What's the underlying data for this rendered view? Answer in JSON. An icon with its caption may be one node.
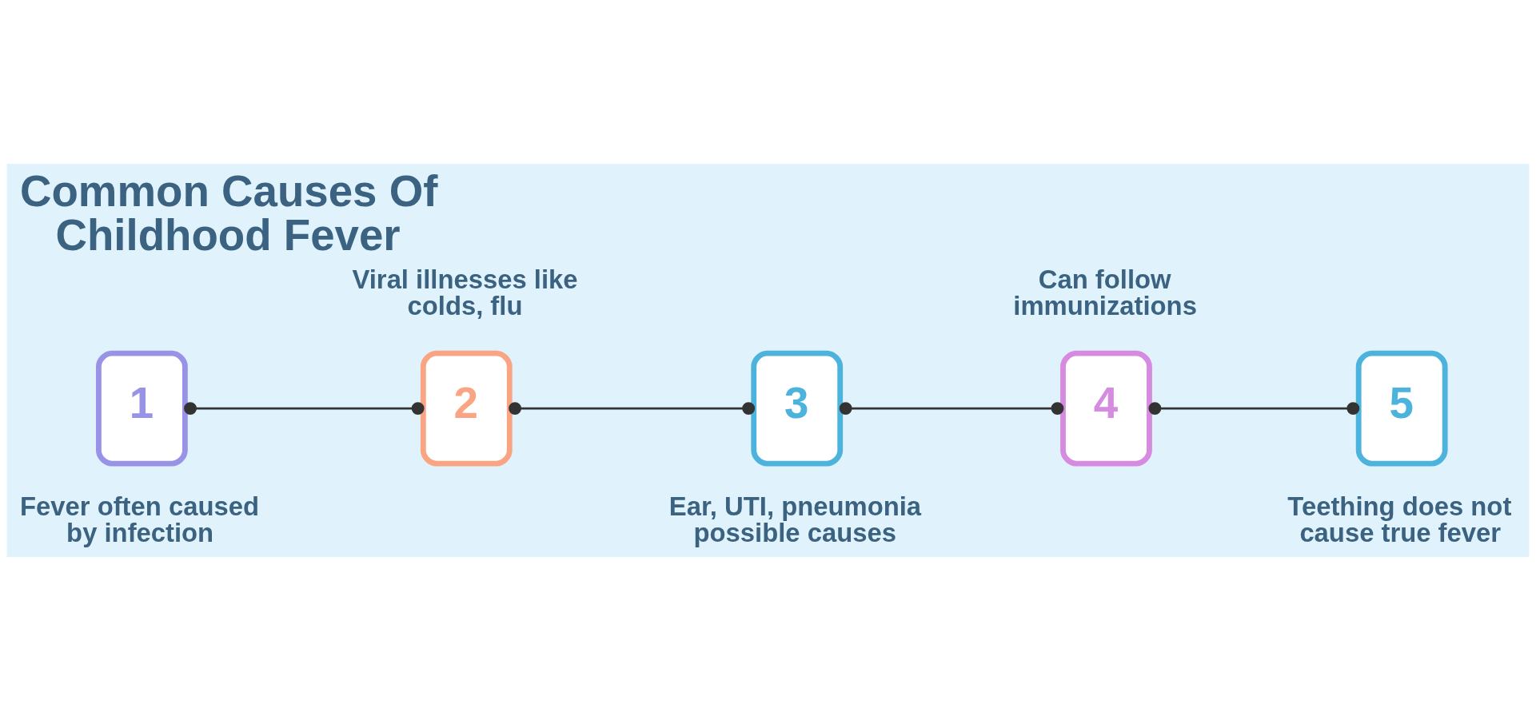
{
  "diagram": {
    "title": "Common Causes Of Childhood Fever",
    "nodes": [
      {
        "text": [
          "1"
        ],
        "beside": [
          "Fever often caused by infection"
        ]
      },
      {
        "text": [
          "2"
        ],
        "beside": [
          "Viral illnesses like colds, flu"
        ]
      },
      {
        "text": [
          "3"
        ],
        "beside": [
          "Ear, UTI, pneumonia possible causes"
        ]
      },
      {
        "text": [
          "4"
        ],
        "beside": [
          "Can follow immunizations"
        ]
      },
      {
        "text": [
          "5"
        ],
        "beside": [
          "Teething does not cause true fever"
        ]
      }
    ],
    "edges": [
      {
        "from": 0,
        "to": 1,
        "arrow": "other"
      },
      {
        "from": 1,
        "to": 2,
        "arrow": "other"
      },
      {
        "from": 2,
        "to": 3,
        "arrow": "other"
      },
      {
        "from": 3,
        "to": 4,
        "arrow": "other"
      }
    ]
  }
}
